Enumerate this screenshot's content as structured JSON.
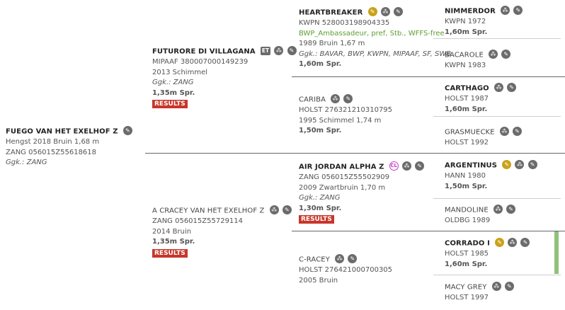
{
  "subject": {
    "name": "FUEGO VAN HET EXELHOF Z",
    "line1": "Hengst 2018 Bruin 1,68 m",
    "line2": "ZANG 056015Z55618618",
    "ggk": "Ggk.: ZANG"
  },
  "sire": {
    "name": "FUTURORE DI VILLAGANA",
    "badge": "ET",
    "line1": "MIPAAF 380007000149239",
    "line2": "2013 Schimmel",
    "ggk": "Ggk.: ZANG",
    "level": "1,35m Spr.",
    "results": "RESULTS"
  },
  "dam": {
    "name": "A CRACEY VAN HET EXELHOF Z",
    "line1": "ZANG 056015Z55729114",
    "line2": "2014 Bruin",
    "level": "1,35m Spr.",
    "results": "RESULTS"
  },
  "ss": {
    "name": "HEARTBREAKER",
    "line1": "KWPN 528003198904335",
    "green": "BWP_Ambassadeur, pref, Stb., WFFS-free",
    "line2": "1989 Bruin 1,67 m",
    "ggk": "Ggk.: BAVAR, BWP, KWPN, MIPAAF, SF, SWB",
    "level": "1,60m Spr."
  },
  "sd": {
    "name": "CARIBA",
    "line1": "HOLST 276321210310795",
    "line2": "1995 Schimmel 1,74 m",
    "level": "1,50m Spr."
  },
  "ds": {
    "name": "AIR JORDAN ALPHA Z",
    "badge": "CL",
    "line1": "ZANG 056015Z55502909",
    "line2": "2009 Zwartbruin 1,70 m",
    "ggk": "Ggk.: ZANG",
    "level": "1,30m Spr.",
    "results": "RESULTS"
  },
  "dd": {
    "name": "C-RACEY",
    "line1": "HOLST 276421000700305",
    "line2": "2005 Bruin"
  },
  "sss": {
    "name": "NIMMERDOR",
    "line1": "KWPN 1972",
    "level": "1,60m Spr."
  },
  "ssd": {
    "name": "BACAROLE",
    "line1": "KWPN 1983"
  },
  "sds": {
    "name": "CARTHAGO",
    "line1": "HOLST 1987",
    "level": "1,60m Spr."
  },
  "sdd": {
    "name": "GRASMUECKE",
    "line1": "HOLST 1992"
  },
  "dss": {
    "name": "ARGENTINUS",
    "line1": "HANN 1980",
    "level": "1,50m Spr."
  },
  "dsd": {
    "name": "MANDOLINE",
    "line1": "OLDBG 1989"
  },
  "dds": {
    "name": "CORRADO I",
    "line1": "HOLST 1985",
    "level": "1,60m Spr."
  },
  "ddd": {
    "name": "MACY GREY",
    "line1": "HOLST 1997"
  },
  "icons": {
    "edit": "pencil-icon",
    "offspring": "family-tree-icon",
    "star": "premium-pencil-icon"
  },
  "colors": {
    "results": "#c8362a",
    "green_text": "#5e9e32",
    "gold_icon": "#c9a21a",
    "cl_badge": "#c43bc4"
  }
}
